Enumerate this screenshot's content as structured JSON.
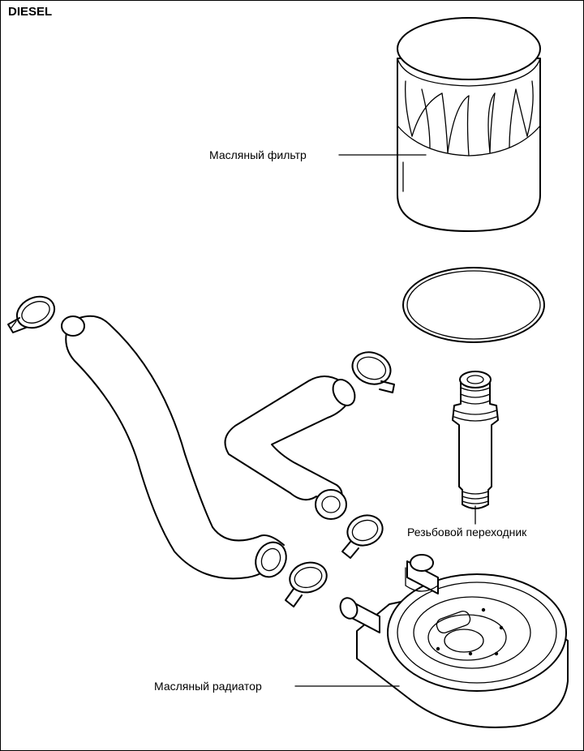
{
  "header": {
    "title": "DIESEL"
  },
  "labels": {
    "oil_filter": "Масляный фильтр",
    "thread_adapter": "Резьбовой переходник",
    "oil_cooler": "Масляный радиатор"
  },
  "colors": {
    "ink": "#000000",
    "paper": "#ffffff"
  }
}
